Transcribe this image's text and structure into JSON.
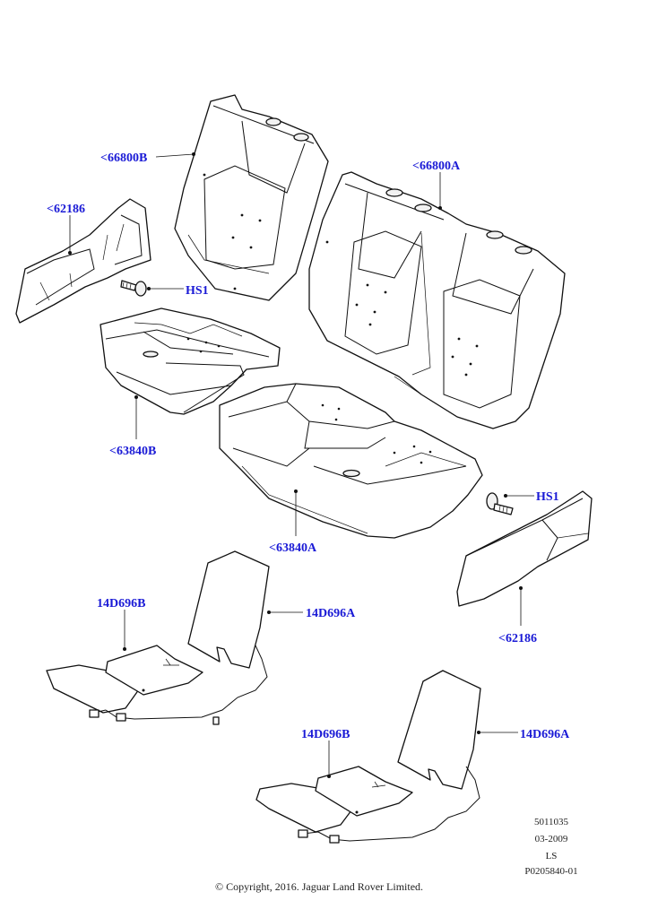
{
  "callouts": {
    "backrest_left": "<66800B",
    "backrest_right": "<66800A",
    "side_trim_left": "<62186",
    "side_trim_right": "<62186",
    "bolt_left": "HS1",
    "bolt_right": "HS1",
    "cushion_left": "<63840B",
    "cushion_right": "<63840A",
    "heater_cushion_1": "14D696B",
    "heater_back_1": "14D696A",
    "heater_cushion_2": "14D696B",
    "heater_back_2": "14D696A"
  },
  "meta": {
    "code": "5011035",
    "date": "03-2009",
    "initials": "LS",
    "ref": "P0205840-01"
  },
  "copyright": "© Copyright, 2016. Jaguar Land Rover Limited."
}
